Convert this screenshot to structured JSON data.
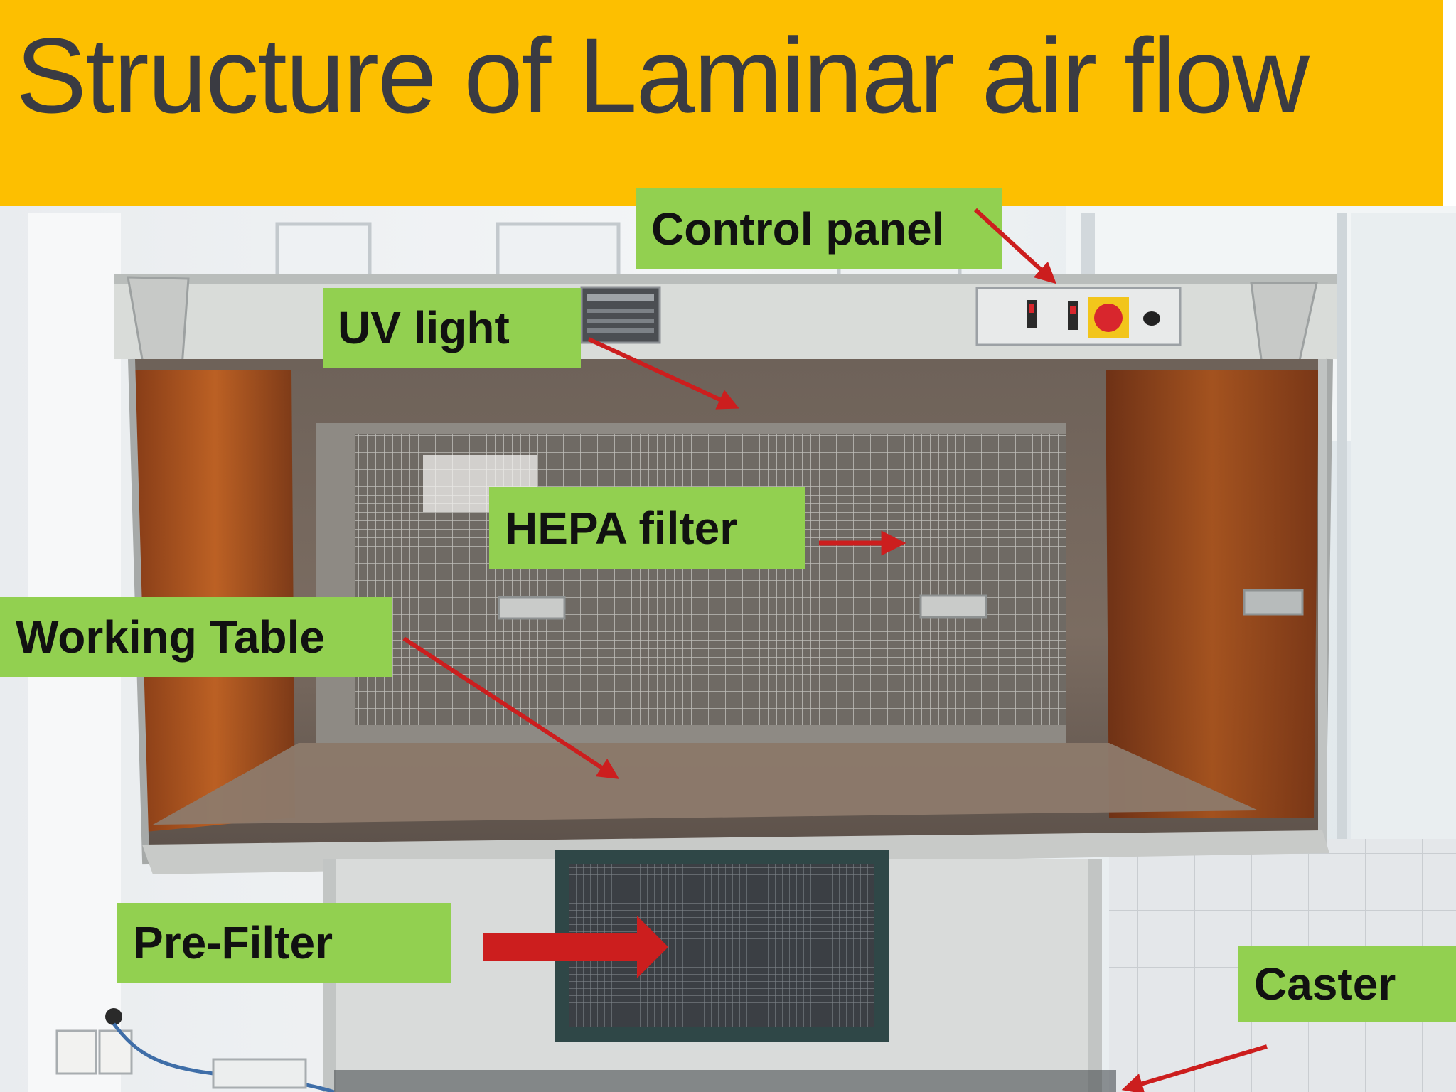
{
  "slide": {
    "title": "Structure of Laminar air flow"
  },
  "labels": {
    "control_panel": "Control panel",
    "uv_light": "UV light",
    "hepa_filter": "HEPA filter",
    "working_table": "Working Table",
    "pre_filter": "Pre-Filter",
    "caster": "Caster"
  },
  "colors": {
    "header": "#fdbf00",
    "label_bg": "#92d050",
    "arrow": "#cc1e1e",
    "title_text": "#3a3b42"
  }
}
